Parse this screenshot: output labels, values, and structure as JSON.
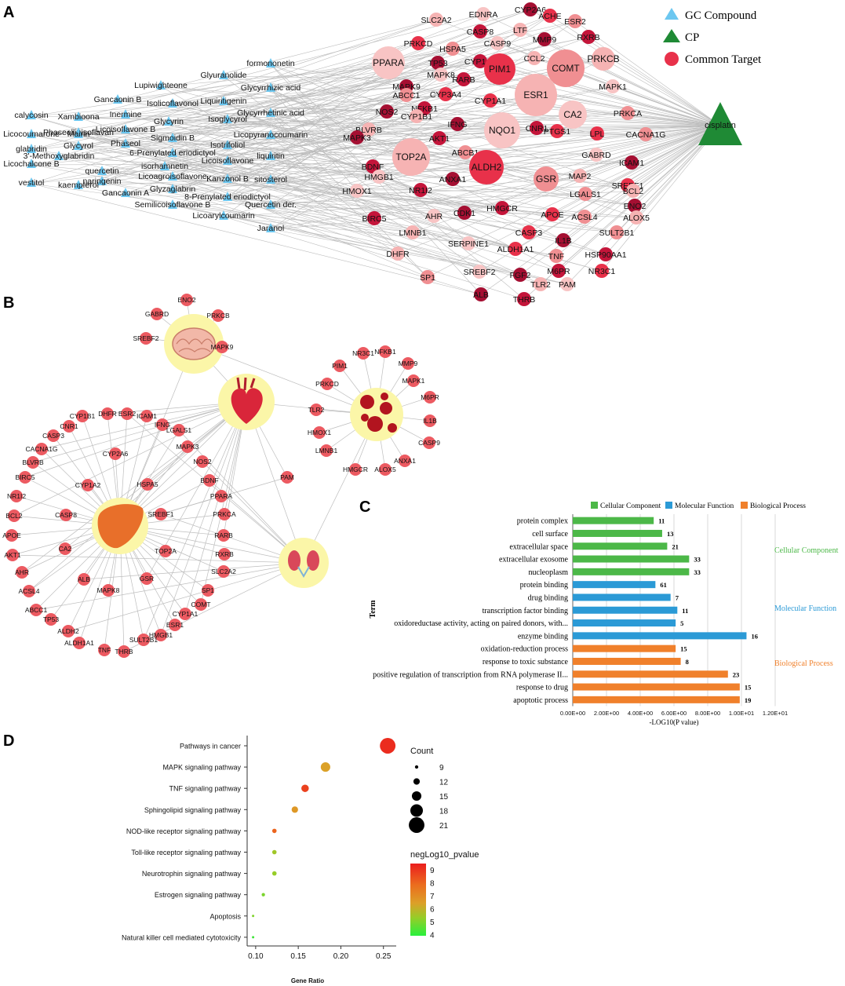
{
  "panel_labels": [
    "A",
    "B",
    "C",
    "D"
  ],
  "panel_a": {
    "legend": [
      {
        "label": "GC Compound",
        "shape": "triangle",
        "color": "#6cc7f0"
      },
      {
        "label": "CP",
        "shape": "triangle",
        "color": "#1f8a35"
      },
      {
        "label": "Common Target",
        "shape": "circle",
        "color": "#e8314a"
      }
    ],
    "compounds": [
      "Gancaonin B",
      "Inermine",
      "Lupiwighteone",
      "Glyuranolide",
      "formononetin",
      "Phaseollinisoflavan",
      "Glycyrrhizic acid",
      "Liquiritigenin",
      "Isolicoflavonol",
      "calycosin",
      "Xambioona",
      "Glycyrrhetinic acid",
      "Isoglycyrol",
      "Glycyrin",
      "Licocoumarone",
      "Mairin",
      "Licoisoflavone B",
      "Phaseol",
      "Sigmoidin B",
      "Licopyranocoumarin",
      "glabridin",
      "Glycyrol",
      "Isotrifoliol",
      "3'-Methoxyglabridin",
      "6-Prenylated eriodictyol",
      "Licoisoflavone",
      "Licochalcone B",
      "isorhamnetin",
      "quercetin",
      "liquiritin",
      "Licoagroisoflavone",
      "naringenin",
      "Kanzonol B",
      "vestitol",
      "kaempferol",
      "Glyzaglabrin",
      "sitosterol",
      "8-Prenylated eriodictyol",
      "Gancaonin A",
      "Semilicoisoflavone B",
      "Quercetin der.",
      "Licoarylcoumarin",
      "Jaranol"
    ],
    "cp_node": "cisplatin",
    "targets": [
      "SLC2A2",
      "EDNRA",
      "CYP2A6",
      "CASP8",
      "ACHE",
      "ESR2",
      "LTF",
      "CASP9",
      "MMP9",
      "RXRB",
      "PRKCD",
      "HSPA5",
      "CCL2",
      "PPARA",
      "TP53",
      "CYP1A2",
      "PIM1",
      "COMT",
      "PRKCB",
      "MAPK8",
      "MAPK9",
      "RARB",
      "CYP3A4",
      "ABCC1",
      "ESR1",
      "MAPK1",
      "NOS2",
      "NFKB1",
      "CYP1A1",
      "PRKCA",
      "CYP1B1",
      "CA2",
      "IFNG",
      "CNR1",
      "LPL",
      "CACNA1G",
      "BLVRB",
      "NQO1",
      "MAPK3",
      "AKT1",
      "PTGS1",
      "ABCB1",
      "TOP2A",
      "GABRD",
      "ICAM1",
      "BDNF",
      "ALDH2",
      "GSR",
      "MAP2",
      "HMGB1",
      "ANXA1",
      "NR1I2",
      "SREBF1",
      "LGALS1",
      "BCL2",
      "HMOX1",
      "ENO2",
      "HMGCR",
      "APOE",
      "ACSL4",
      "ALOX5",
      "AHR",
      "CDK1",
      "BIRC5",
      "CASP3",
      "SULT2B1",
      "LMNB1",
      "SERPINE1",
      "IL1B",
      "HSP90AA1",
      "ALDH1A1",
      "TNF",
      "DHFR",
      "SREBF2",
      "FGF2",
      "M6PR",
      "NR3C1",
      "SP1",
      "TLR2",
      "PAM",
      "ALB",
      "THRB"
    ]
  },
  "panel_b": {
    "brain_targets": [
      "ENO2",
      "GABRD",
      "PRKCB",
      "SREBF2",
      "MAPK9"
    ],
    "blood_targets": [
      "NR3C1",
      "NFKB1",
      "PIM1",
      "MMP9",
      "PRKCD",
      "MAPK1",
      "M6PR",
      "TLR2",
      "IL1B",
      "HMOX1",
      "CASP9",
      "LMNB1",
      "ANXA1",
      "HMGCR",
      "ALOX5"
    ],
    "shared_targets": [
      "DHFR",
      "CYP1B1",
      "ESR2",
      "ICAM1",
      "CNR1",
      "IFNG",
      "CASP3",
      "LGALS1",
      "CACNA1G",
      "MAPK3",
      "BLVRB",
      "CYP2A6",
      "NOS2",
      "BIRC5",
      "CYP1A2",
      "HSPA5",
      "NR1I2",
      "BDNF",
      "PAM",
      "PPARA",
      "BCL2",
      "CASP8",
      "SREBF1",
      "PRKCA",
      "APOE",
      "RARB",
      "TOP2A",
      "AKT1",
      "CA2",
      "RXRB",
      "AHR",
      "SLC2A2",
      "ALB",
      "ACSL4",
      "MAPK8",
      "GSR",
      "SP1",
      "ABCC1",
      "COMT",
      "TP53",
      "CYP1A1",
      "ESR1",
      "ALDH2",
      "HMGB1",
      "ALDH1A1",
      "SULT2B1",
      "TNF",
      "THRB"
    ]
  },
  "colors": {
    "gc": "#6cc7f0",
    "cp": "#1f8a35",
    "target": "#e8314a",
    "cellular": "#4cb848",
    "molecular": "#2b9ad6",
    "biological": "#f0802b",
    "edge": "#bdbdbd",
    "organ_bg": "#fbf6a8"
  },
  "chart_data": [
    {
      "type": "bar",
      "orientation": "horizontal",
      "legend": [
        "Cellular Component",
        "Molecular Function",
        "Biological Process"
      ],
      "legend_position": "top",
      "categories": [
        "protein complex",
        "cell surface",
        "extracellular space",
        "extracellular exosome",
        "nucleoplasm",
        "protein binding",
        "drug binding",
        "transcription factor binding",
        "oxidoreductase activity, acting on paired donors, with...",
        "enzyme binding",
        "oxidation-reduction process",
        "response to toxic substance",
        "positive regulation of transcription from RNA polymerase II...",
        "response to drug",
        "apoptotic process"
      ],
      "groups": [
        "Cellular Component",
        "Cellular Component",
        "Cellular Component",
        "Cellular Component",
        "Cellular Component",
        "Molecular Function",
        "Molecular Function",
        "Molecular Function",
        "Molecular Function",
        "Molecular Function",
        "Biological Process",
        "Biological Process",
        "Biological Process",
        "Biological Process",
        "Biological Process"
      ],
      "values": [
        4.8,
        5.3,
        5.6,
        6.9,
        6.9,
        4.9,
        5.8,
        6.2,
        6.1,
        10.3,
        6.1,
        6.4,
        9.2,
        9.9,
        9.9
      ],
      "counts": [
        "11",
        "13",
        "21",
        "33",
        "33",
        "61",
        "7",
        "11",
        "5",
        "16",
        "15",
        "8",
        "23",
        "15",
        "19"
      ],
      "group_labels": [
        "Cellular Component",
        "Molecular Function",
        "Biological Process"
      ],
      "xlabel": "-LOG10(P  value)",
      "ylabel": "Term",
      "xlim": [
        0,
        12
      ],
      "xticks": [
        "0.00E+00",
        "2.00E+00",
        "4.00E+00",
        "6.00E+00",
        "8.00E+00",
        "1.00E+01",
        "1.20E+01"
      ],
      "grid": true
    },
    {
      "type": "scatter",
      "categories": [
        "Pathways in cancer",
        "MAPK signaling pathway",
        "TNF signaling pathway",
        "Sphingolipid signaling pathway",
        "NOD-like receptor signaling pathway",
        "Toll-like receptor signaling pathway",
        "Neurotrophin signaling pathway",
        "Estrogen signaling pathway",
        "Apoptosis",
        "Natural killer cell mediated cytotoxicity"
      ],
      "gene_ratio": [
        0.255,
        0.182,
        0.158,
        0.146,
        0.122,
        0.122,
        0.122,
        0.109,
        0.097,
        0.097
      ],
      "count": [
        21,
        15,
        13,
        12,
        10,
        10,
        10,
        9,
        8,
        8
      ],
      "neglog10_pvalue": [
        9.3,
        7.2,
        9.0,
        7.4,
        8.5,
        6.0,
        5.8,
        5.3,
        5.4,
        4.2
      ],
      "xlabel": "Gene Ratio",
      "xlim": [
        0.09,
        0.265
      ],
      "xticks": [
        "0.10",
        "0.15",
        "0.20",
        "0.25"
      ],
      "size_legend_title": "Count",
      "size_legend": [
        "9",
        "12",
        "15",
        "18",
        "21"
      ],
      "color_legend_title": "negLog10_pvalue",
      "color_legend": [
        "9",
        "8",
        "7",
        "6",
        "5",
        "4"
      ],
      "color_range": [
        3.8,
        9.5
      ],
      "legend_position": "right"
    }
  ]
}
